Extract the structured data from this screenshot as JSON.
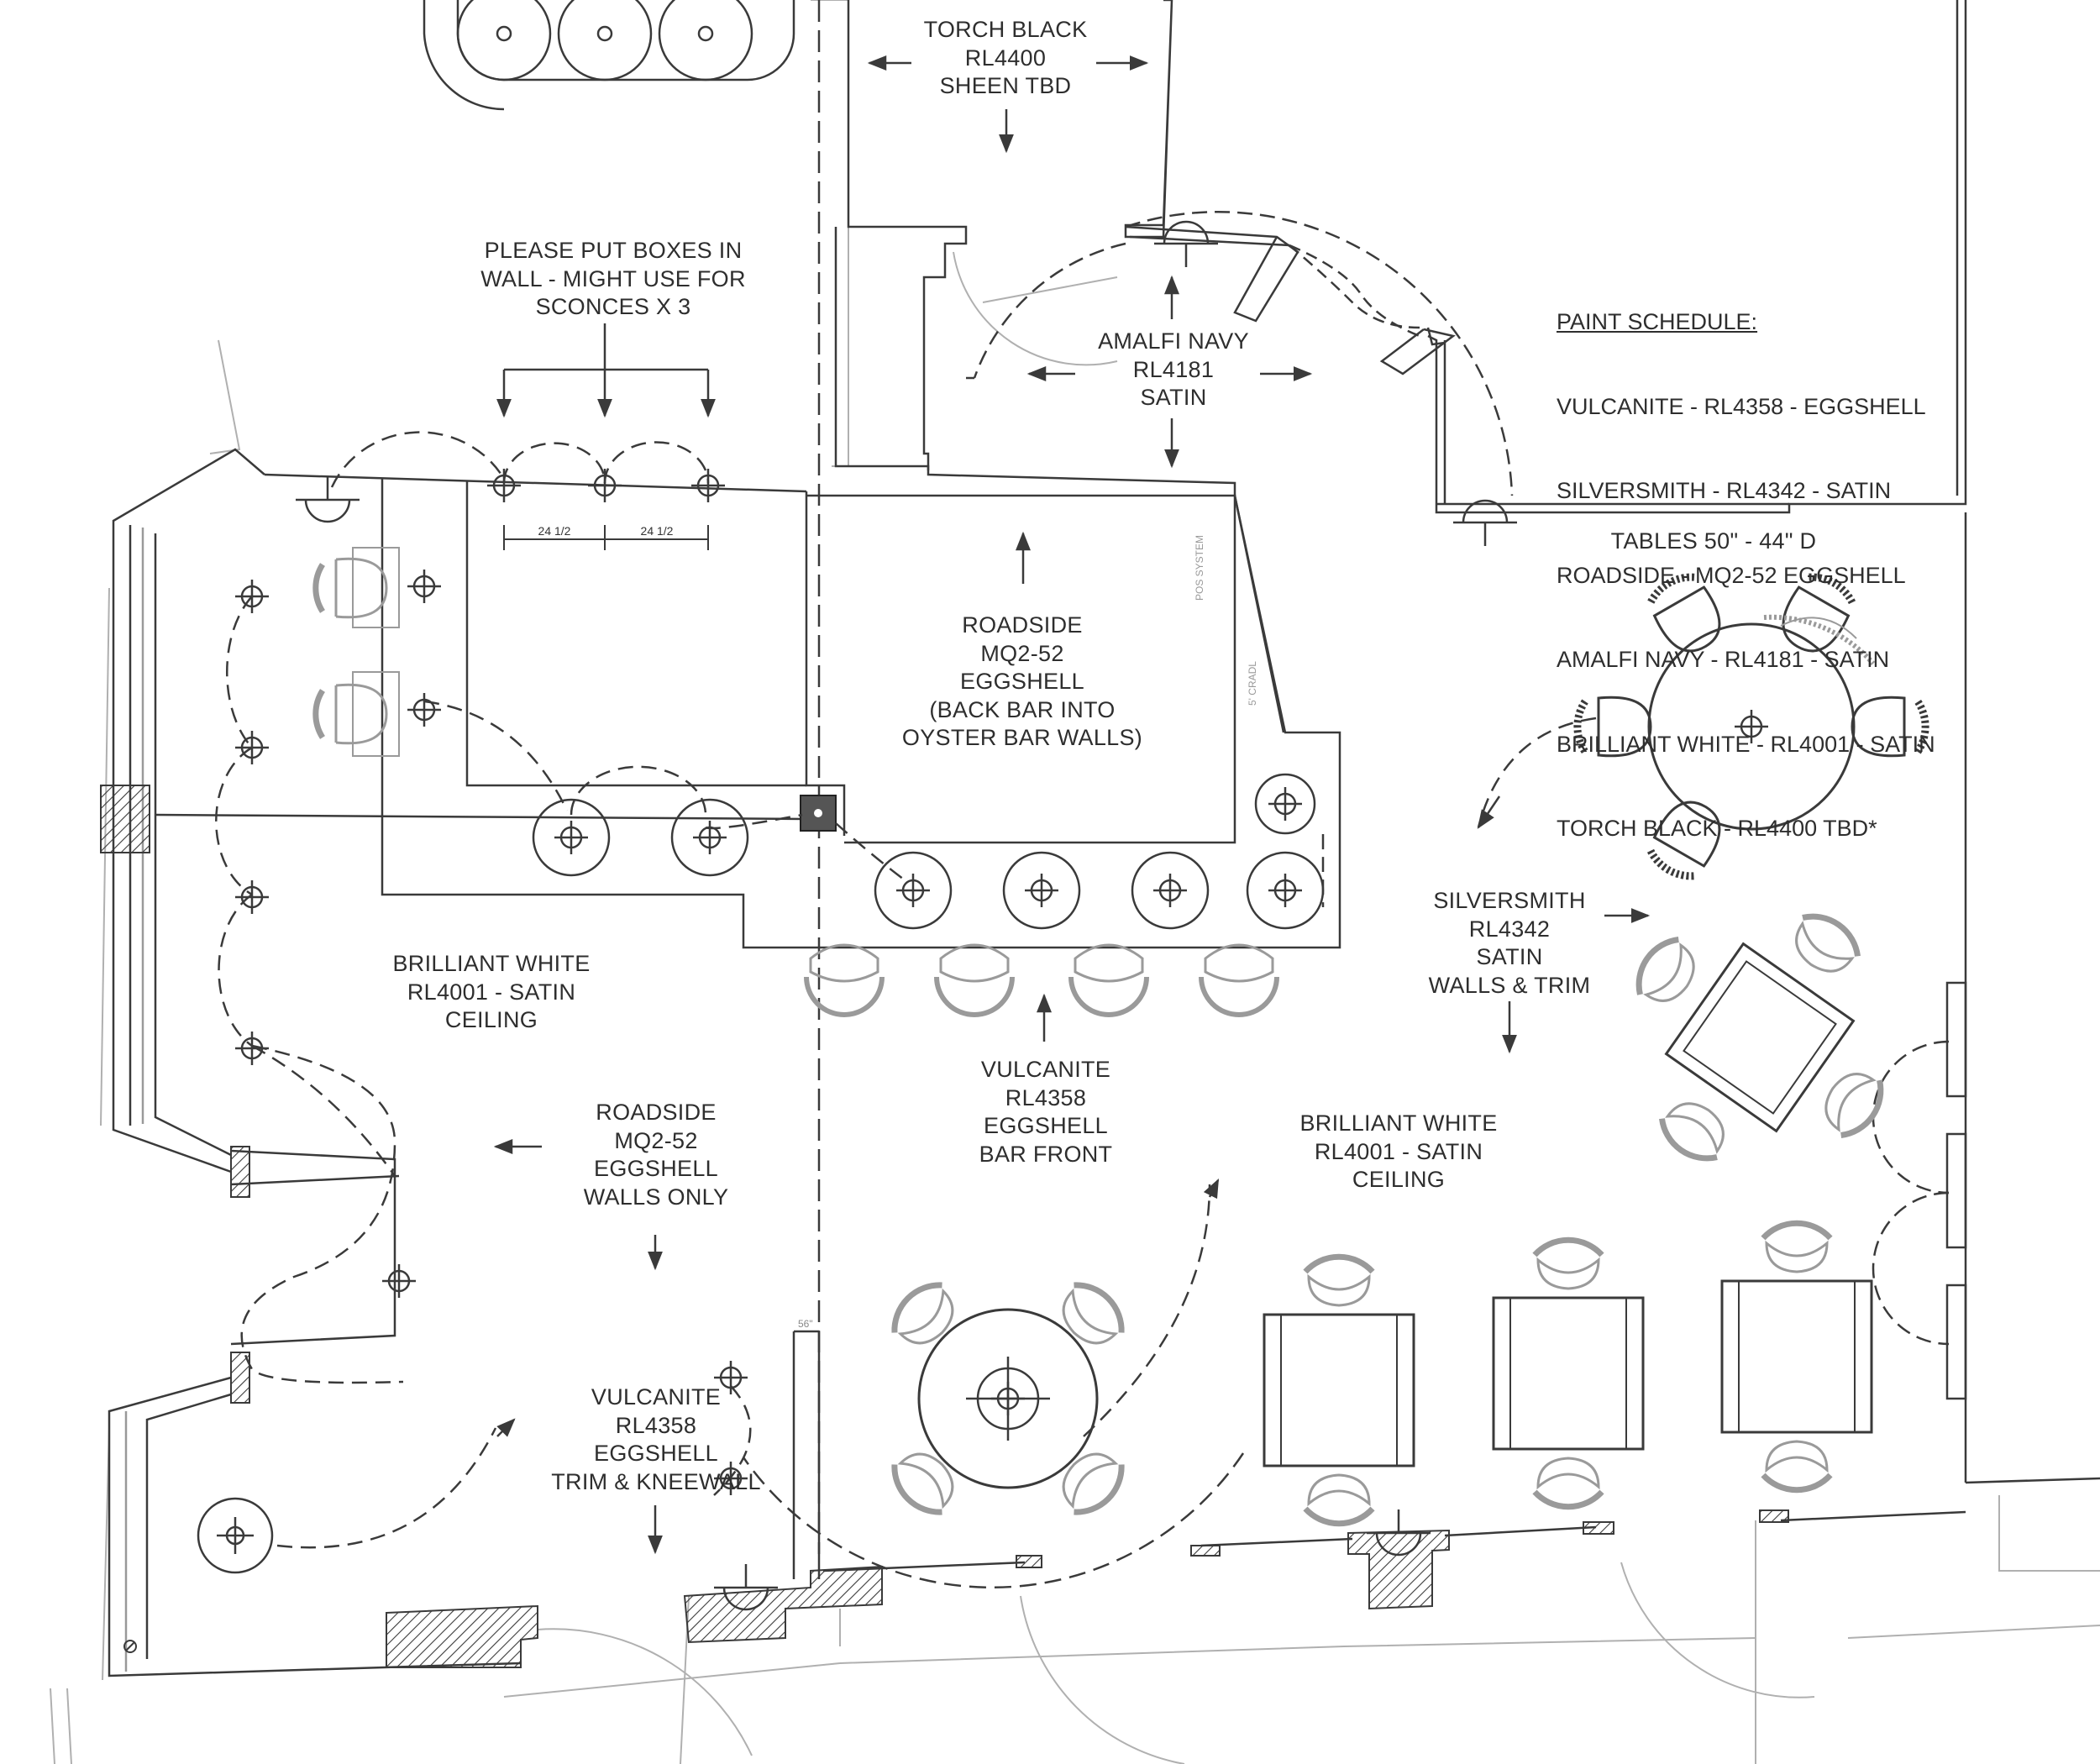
{
  "labels": {
    "torch_black": "TORCH BLACK\nRL4400\nSHEEN TBD",
    "sconce_note": "PLEASE PUT BOXES IN\nWALL - MIGHT USE FOR\nSCONCES X 3",
    "amalfi": "AMALFI NAVY\nRL4181\nSATIN",
    "roadside_back_bar": "ROADSIDE\nMQ2-52\nEGGSHELL\n(BACK BAR INTO\nOYSTER BAR WALLS)",
    "tables": "TABLES 50\" - 44\" D",
    "brilliant_left": "BRILLIANT WHITE\nRL4001 - SATIN\nCEILING",
    "silversmith": "SILVERSMITH\nRL4342\nSATIN\nWALLS & TRIM",
    "vulcanite_bar": "VULCANITE\nRL4358\nEGGSHELL\nBAR FRONT",
    "roadside_walls": "ROADSIDE\nMQ2-52\nEGGSHELL\nWALLS ONLY",
    "brilliant_right": "BRILLIANT WHITE\nRL4001 - SATIN\nCEILING",
    "vulcanite_trim": "VULCANITE\nRL4358\nEGGSHELL\nTRIM & KNEEWALL"
  },
  "dimensions": {
    "d1": "24 1/2",
    "d2": "24 1/2",
    "pos": "POS SYSTEM",
    "cradle": "5' CRADL",
    "h56": "56\""
  },
  "paint_schedule": {
    "heading": "PAINT SCHEDULE:",
    "items": [
      "VULCANITE - RL4358 - EGGSHELL",
      "SILVERSMITH - RL4342 - SATIN",
      "ROADSIDE - MQ2-52 EGGSHELL",
      "AMALFI NAVY - RL4181 - SATIN",
      "BRILLIANT WHITE - RL4001 - SATIN",
      "TORCH BLACK - RL4400 TBD*"
    ]
  },
  "colors": {
    "line": "#3a3a3a",
    "light_line": "#9a9a9a",
    "hatch": "#3a3a3a"
  }
}
